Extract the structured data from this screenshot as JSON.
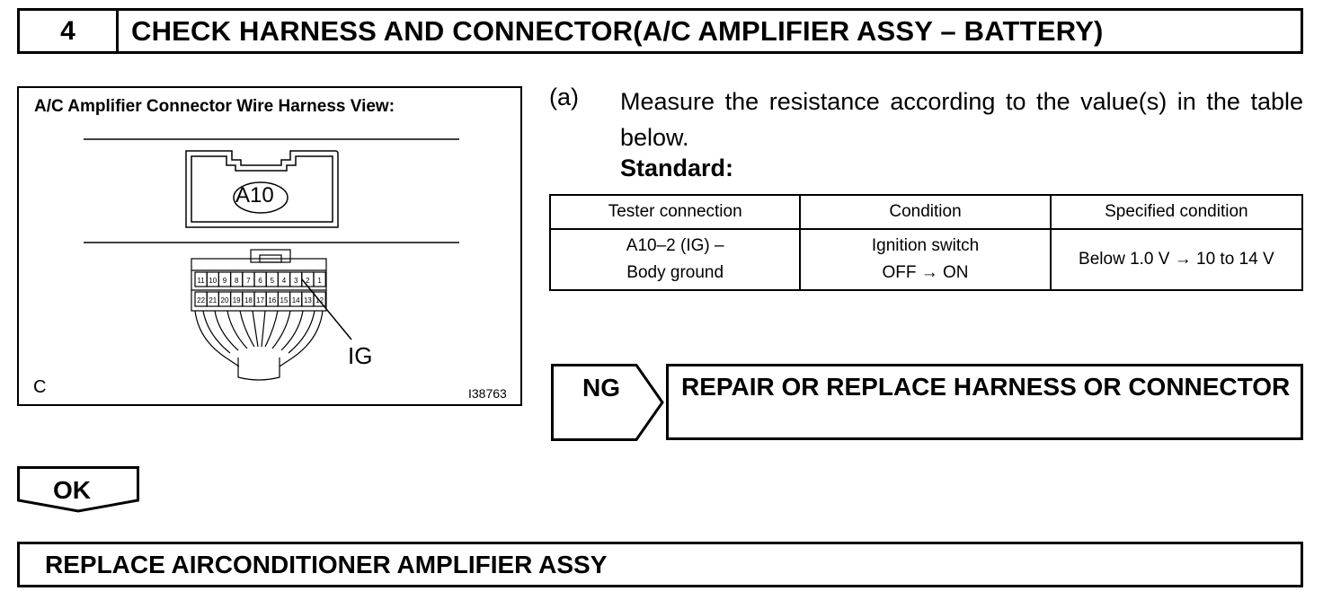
{
  "step": {
    "number": "4",
    "title": "CHECK HARNESS AND CONNECTOR(A/C AMPLIFIER ASSY – BATTERY)"
  },
  "figure": {
    "title": "A/C Amplifier Connector Wire Harness View:",
    "connector_label": "A10",
    "pin_label": "IG",
    "corner_label": "C",
    "figure_code": "I38763",
    "pins_top": [
      "11",
      "10",
      "9",
      "8",
      "7",
      "6",
      "5",
      "4",
      "3",
      "2",
      "1"
    ],
    "pins_bottom": [
      "22",
      "21",
      "20",
      "19",
      "18",
      "17",
      "16",
      "15",
      "14",
      "13",
      "12"
    ]
  },
  "instruction": {
    "marker": "(a)",
    "text": "Measure the resistance according to the value(s) in the table below.",
    "standard_label": "Standard:"
  },
  "table": {
    "headers": [
      "Tester connection",
      "Condition",
      "Specified condition"
    ],
    "row": {
      "tester_line1": "A10–2 (IG) –",
      "tester_line2": "Body ground",
      "condition_line1": "Ignition switch",
      "condition_line2": "OFF → ON",
      "specified": "Below 1.0 V → 10 to 14 V"
    }
  },
  "ng": {
    "label": "NG",
    "text": "REPAIR OR REPLACE HARNESS OR CONNECTOR"
  },
  "ok": {
    "label": "OK"
  },
  "final": {
    "text": "REPLACE AIRCONDITIONER AMPLIFIER ASSY"
  }
}
